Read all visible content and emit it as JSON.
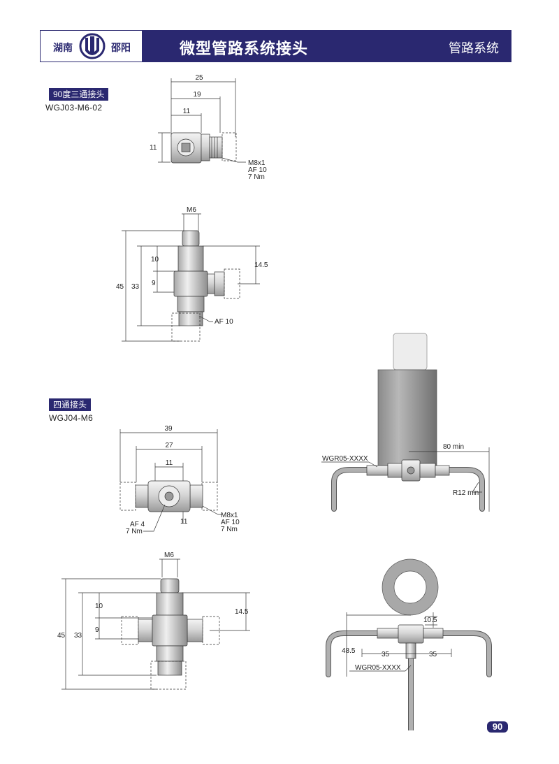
{
  "header": {
    "logo_left": "湖南",
    "logo_right": "邵阳",
    "title": "微型管路系统接头",
    "category": "管路系统"
  },
  "sections": [
    {
      "tag": "90度三通接头",
      "code": "WGJ03-M6-02"
    },
    {
      "tag": "四通接头",
      "code": "WGJ04-M6"
    }
  ],
  "dims": {
    "d1": {
      "w25": "25",
      "w19": "19",
      "w11": "11",
      "h11": "11",
      "m8": "M8x1",
      "af10": "AF 10",
      "nm7": "7 Nm"
    },
    "d2": {
      "m6": "M6",
      "h45": "45",
      "h33": "33",
      "h10": "10",
      "h9": "9",
      "h145": "14.5",
      "af10": "AF 10"
    },
    "d3": {
      "w39": "39",
      "w27": "27",
      "w11": "11",
      "b11": "11",
      "af4": "AF 4",
      "nm7a": "7 Nm",
      "m8": "M8x1",
      "af10": "AF 10",
      "nm7b": "7 Nm"
    },
    "d4": {
      "m6": "M6",
      "h45": "45",
      "h33": "33",
      "h10": "10",
      "h9": "9",
      "h145": "14.5"
    },
    "d5": {
      "label": "WGR05-XXXX",
      "min80": "80 min",
      "r12": "R12 min"
    },
    "d6": {
      "h105": "10.5",
      "h485": "48.5",
      "w35a": "35",
      "w35b": "35",
      "label": "WGR05-XXXX"
    }
  },
  "page_number": "90"
}
